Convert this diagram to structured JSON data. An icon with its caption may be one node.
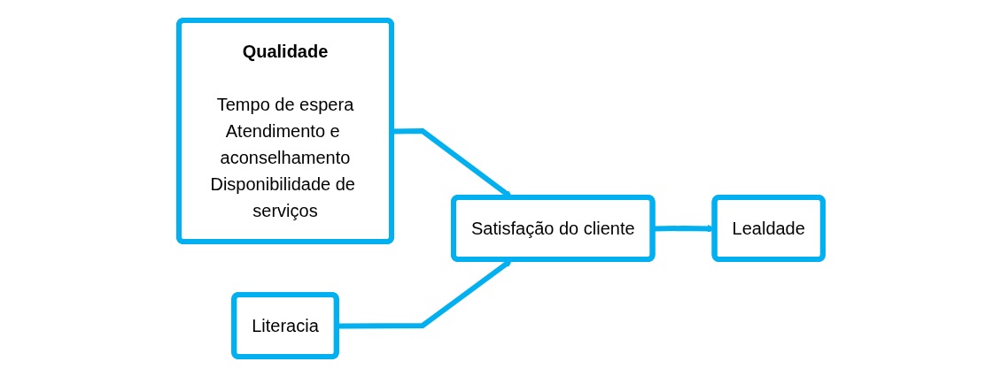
{
  "diagram": {
    "nodes": [
      {
        "text": [
          "Qualidade",
          "Tempo de espera",
          "Atendimento e aconselhamento",
          "Disponibilidade de serviços"
        ]
      },
      {
        "text": [
          "Satisfação do cliente"
        ]
      },
      {
        "text": [
          "Lealdade"
        ]
      },
      {
        "text": [
          "Literacia"
        ]
      }
    ],
    "edges": [
      {
        "from": 0,
        "to": 1,
        "arrow": "to"
      },
      {
        "from": 1,
        "to": 2,
        "arrow": "to"
      },
      {
        "from": 3,
        "to": 1,
        "arrow": "to"
      }
    ]
  }
}
